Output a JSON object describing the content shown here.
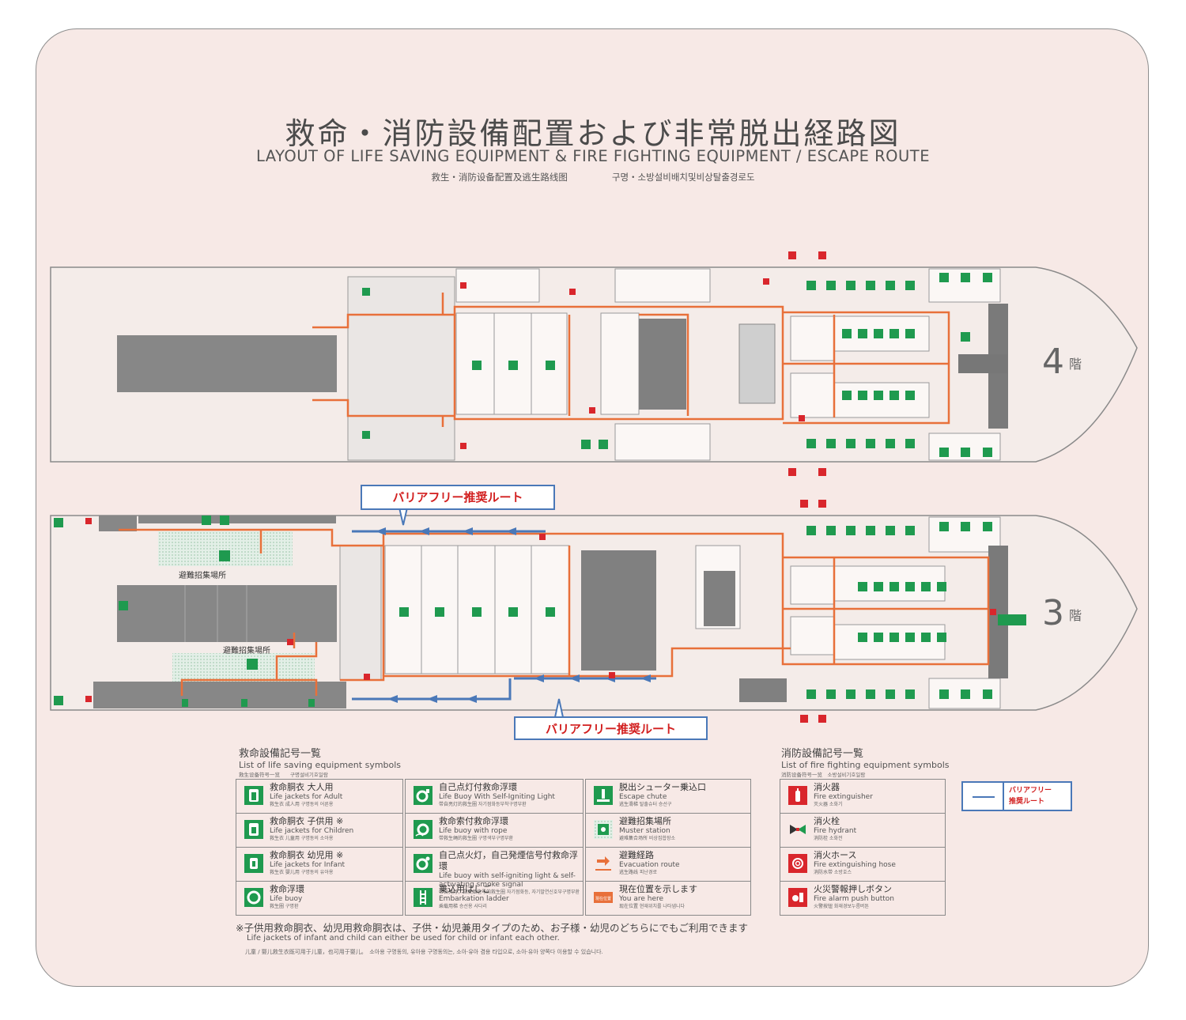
{
  "title_jp": "救命・消防設備配置および非常脱出経路図",
  "title_en": "LAYOUT OF LIFE SAVING EQUIPMENT & FIRE FIGHTING EQUIPMENT  /  ESCAPE ROUTE",
  "title_cn": "救生・消防设备配置及逃生路线图",
  "title_kr": "구명・소방설비배치및비상탈출경로도",
  "floor4": {
    "num": "4",
    "suffix": "階"
  },
  "floor3": {
    "num": "3",
    "suffix": "階"
  },
  "barrier_free_label": "バリアフリー推奨ルート",
  "muster_label": "避難招集場所",
  "colors": {
    "route": "#e8703a",
    "barrier": "#4a78b8",
    "sign": "#1f9a4f",
    "fire": "#d9262c",
    "hull": "#808080"
  },
  "life_legend": {
    "title": "救命設備記号一覧",
    "title_en": "List of life saving equipment symbols",
    "title_sub": "救生设备符号一览　　구명설비기호일람",
    "items": [
      {
        "icon": "life-jacket-adult-icon",
        "jp": "救命胴衣 大人用",
        "en": "Life jackets for Adult",
        "sub": "救生衣 成人用 구명동의 어른용"
      },
      {
        "icon": "life-jacket-child-icon",
        "jp": "救命胴衣 子供用 ※",
        "en": "Life jackets for Children",
        "sub": "救生衣 儿童用 구명동의 소아용"
      },
      {
        "icon": "life-jacket-infant-icon",
        "jp": "救命胴衣 幼児用 ※",
        "en": "Life jackets for Infant",
        "sub": "救生衣 婴儿用 구명동의 유아용"
      },
      {
        "icon": "life-buoy-icon",
        "jp": "救命浮環",
        "en": "Life buoy",
        "sub": "救生圈 구명환"
      },
      {
        "icon": "life-buoy-light-icon",
        "jp": "自己点灯付救命浮環",
        "en": "Life Buoy With Self-Igniting Light",
        "sub": "带自亮灯的救生圈 자기점화등부착구명부환"
      },
      {
        "icon": "life-buoy-rope-icon",
        "jp": "救命索付救命浮環",
        "en": "Life buoy with rope",
        "sub": "带救生绳的救生圈 구명색부구명부환"
      },
      {
        "icon": "life-buoy-smoke-icon",
        "jp": "自己点火灯，自己発煙信号付救命浮環",
        "en": "Life buoy with self-igniting light & self-activating smoke signal",
        "sub": "带自亮灯，自发烟信号的救生圈 자기점화등, 자기발연신호부구명부환"
      },
      {
        "icon": "embarkation-ladder-icon",
        "jp": "乗込用はしご",
        "en": "Embarkation ladder",
        "sub": "乘载用梯 승선용 사다리"
      },
      {
        "icon": "escape-chute-icon",
        "jp": "脱出シューター乗込口",
        "en": "Escape chute",
        "sub": "逃生滑梯 탈출슈터 승선구"
      },
      {
        "icon": "muster-station-icon",
        "jp": "避難招集場所",
        "en": "Muster station",
        "sub": "避难集合场所 비상집합장소"
      },
      {
        "icon": "evacuation-route-icon",
        "jp": "避難経路",
        "en": "Evacuation route",
        "sub": "逃生路线 피난경로"
      },
      {
        "icon": "you-are-here-icon",
        "icon_text": "現在位置",
        "jp": "現在位置を示します",
        "en": "You are here",
        "sub": "现在位置 현재위치를 나타냅니다"
      }
    ]
  },
  "fire_legend": {
    "title": "消防設備記号一覧",
    "title_en": "List of fire fighting equipment symbols",
    "title_sub": "消防设备符号一览　소방설비기호일람",
    "items": [
      {
        "icon": "fire-extinguisher-icon",
        "jp": "消火器",
        "en": "Fire extinguisher",
        "sub": "灭火器 소화기"
      },
      {
        "icon": "fire-hydrant-icon",
        "jp": "消火栓",
        "en": "Fire hydrant",
        "sub": "消防栓 소화전"
      },
      {
        "icon": "fire-hose-icon",
        "jp": "消火ホース",
        "en": "Fire extinguishing hose",
        "sub": "消防水带 소방호스"
      },
      {
        "icon": "fire-alarm-icon",
        "jp": "火災警報押しボタン",
        "en": "Fire alarm push button",
        "sub": "火警按钮 화재경보누름버튼"
      }
    ]
  },
  "barrier_legend": {
    "line1": "バリアフリー",
    "line2": "推奨ルート"
  },
  "notes": {
    "jp": "※子供用救命胴衣、幼児用救命胴衣は、子供・幼児兼用タイプのため、お子様・幼児のどちらにでもご利用できます",
    "en": "Life jackets of infant and child can either be used for child or infant each other.",
    "sub": "儿童 / 婴儿救生衣既可用于儿童，也可用于婴儿。　소아용 구명동의, 유아용 구명동의는, 소아·유아 겸용 타입으로, 소아·유아 양쪽다 이용할 수 있습니다."
  }
}
